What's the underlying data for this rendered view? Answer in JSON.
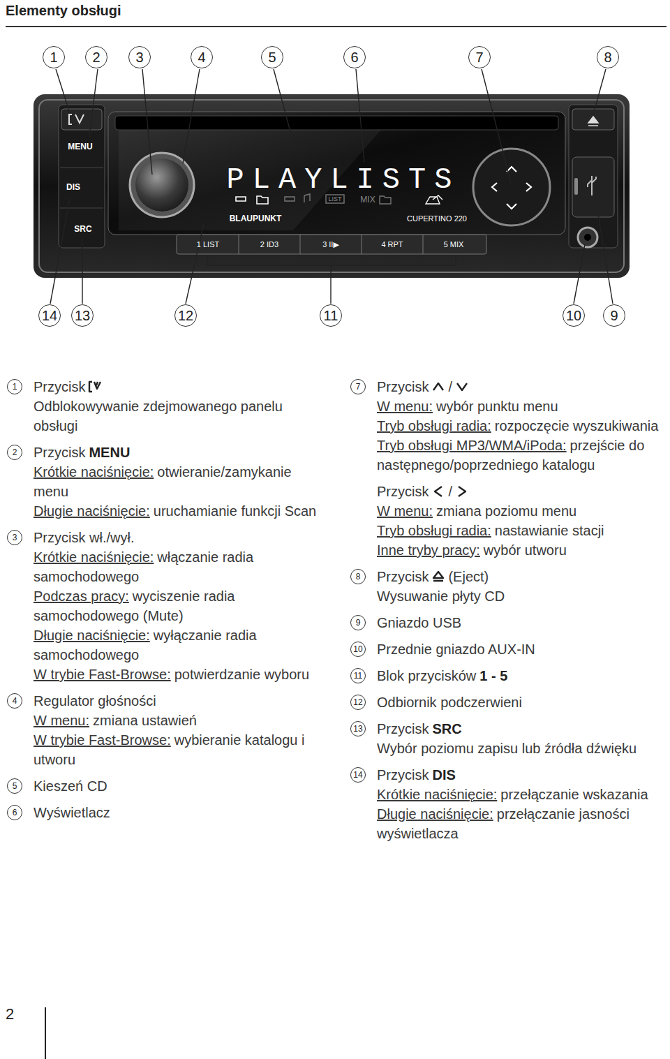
{
  "diagram": {
    "title": "Elementy obsługi",
    "labels": [
      "1",
      "2",
      "3",
      "4",
      "5",
      "6",
      "7",
      "8",
      "14",
      "13",
      "12",
      "11",
      "10",
      "9",
      "MENU",
      "DIS",
      "SRC",
      "PLAYLISTS",
      "MIX",
      "LIST",
      "BLAUPUNKT",
      "CUPERTINO 220",
      "1 LIST",
      "2 ID3",
      "3 II▶",
      "4 RPT",
      "5 MIX",
      "1",
      "Przycisk",
      "Odblokowywanie zdejmowanego panelu obsługi",
      "2",
      "Przycisk",
      "MENU",
      "Krótkie naciśnięcie:",
      "otwieranie/zamykanie menu",
      "Długie naciśnięcie:",
      "uruchamianie funkcji Scan",
      "3",
      "Przycisk wł./wył.",
      "Krótkie naciśnięcie:",
      "włączanie radia samochodowego",
      "Podczas pracy:",
      "wyciszenie radia samochodowego (Mute)",
      "Długie naciśnięcie:",
      "wyłączanie radia samochodowego",
      "W trybie Fast-Browse:",
      "potwierdzanie wyboru",
      "4",
      "Regulator głośności",
      "W menu:",
      "zmiana ustawień",
      "W trybie Fast-Browse:",
      "wybieranie katalogu i utworu",
      "5",
      "Kieszeń CD",
      "6",
      "Wyświetlacz",
      "7",
      "Przycisk",
      "/",
      "W menu:",
      "wybór punktu menu",
      "Tryb obsługi radia:",
      "rozpoczęcie wyszukiwania",
      "Tryb obsługi MP3/WMA/iPoda:",
      "przejście do następnego/poprzedniego katalogu",
      "Przycisk",
      "/",
      "W menu:",
      "zmiana poziomu menu",
      "Tryb obsługi radia:",
      "nastawianie stacji",
      "Inne tryby pracy:",
      "wybór utworu",
      "8",
      "Przycisk",
      "(Eject)",
      "Wysuwanie płyty CD",
      "9",
      "Gniazdo USB",
      "10",
      "Przednie gniazdo AUX-IN",
      "11",
      "Blok przycisków",
      "1 - 5",
      "12",
      "Odbiornik podczerwieni",
      "13",
      "Przycisk",
      "SRC",
      "Wybór poziomu zapisu lub źródła dźwięku",
      "14",
      "Przycisk",
      "DIS",
      "Krótkie naciśnięcie:",
      "przełączanie wskazania",
      "Długie naciśnięcie:",
      "przełączanie jasności wyświetlacza",
      "2"
    ]
  }
}
